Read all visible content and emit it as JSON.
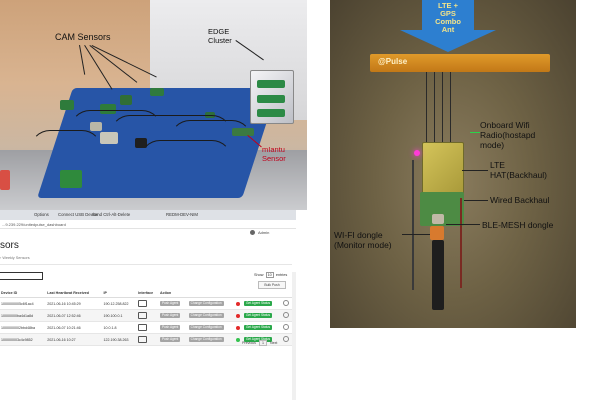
{
  "left_photo": {
    "label_sensors": "CAM Sensors",
    "label_edge": "EDGE\nCluster",
    "label_mlantu": "mIantu\nSensor"
  },
  "right_photo": {
    "arrow_text": "LTE +\nGPS\nCombo\nAnt",
    "antenna_logo": "@Pulse",
    "labels": {
      "onboard_wifi": "Onboard Wifi\nRadio(hostapd\nmode)",
      "lte_hat": "LTE\nHAT(Backhaul)",
      "wired_backhaul": "Wired Backhaul",
      "ble_mesh": "BLE-MESH dongle",
      "wifi_dongle": "WI-FI dongle\n(Monitor mode)"
    }
  },
  "browser": {
    "tabs": [
      "Options",
      "Connect USB Device",
      "Send Ctrl-Alt-Delete"
    ],
    "window_title": "REDM-DEV-NIM",
    "url": "...9.239.229/unitedpulse_dashboard",
    "user": "Admin",
    "page_title": "sors",
    "breadcrumb": "›  Weekly Sensors",
    "show_label": "Show",
    "show_value": "10",
    "entries_label": "entries",
    "bulk_button": "Bulk Push",
    "columns": [
      "Device ID",
      "Last Heartbeat Received",
      "IP",
      "Interface",
      "Action",
      "",
      "",
      "",
      ""
    ],
    "rows": [
      {
        "id": "1000000005c6f1ac4",
        "hb": "2021-06-16 10:45:29",
        "ip": "190.12.258.822",
        "iface": "eth",
        "status": "red"
      },
      {
        "id": "10000000ba4d1a8d",
        "hb": "2021-06-07 12:52:46",
        "ip": "190.100.0.1",
        "iface": "eth",
        "status": "red"
      },
      {
        "id": "1000000002bbd48ba",
        "hb": "2021-06-07 10:21:46",
        "ip": "10.0.1.8",
        "iface": "usb",
        "status": "red"
      },
      {
        "id": "100000003c4c9852",
        "hb": "2021-06-16 10:27",
        "ip": "122.190.38.263",
        "iface": "eth",
        "status": "green"
      }
    ],
    "push_label": "Push Agent",
    "config_label": "Change Configuration",
    "status_label": "Get Agent Status",
    "pager_prev": "Previous",
    "pager_page": "1",
    "pager_next": "Next"
  }
}
